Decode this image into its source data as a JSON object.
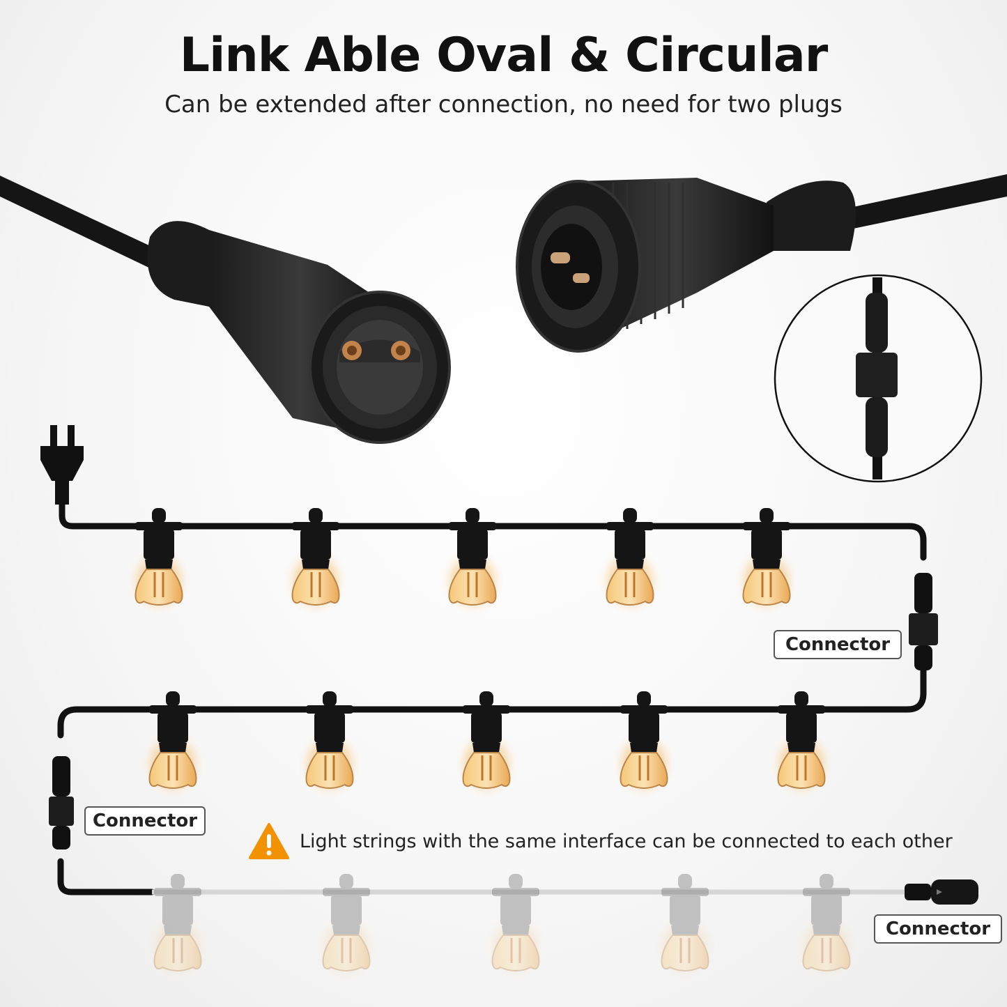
{
  "header": {
    "title": "Link Able Oval & Circular",
    "subtitle": "Can be extended after connection, no need for two plugs"
  },
  "labels": {
    "connector_1": "Connector",
    "connector_2": "Connector",
    "connector_3": "Connector"
  },
  "notice": {
    "text": "Light strings with the same interface can be connected to each other",
    "icon": "warning-icon",
    "color": "#f39200"
  },
  "strings": {
    "bulbs_per_row": 5,
    "bulb_color": "#f2b25a"
  }
}
